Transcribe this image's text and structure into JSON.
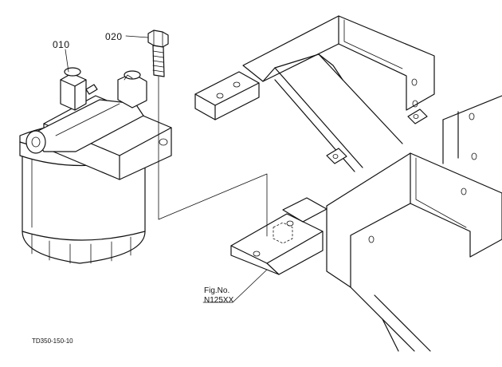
{
  "diagram": {
    "parts": [
      {
        "number": "010",
        "item": "fuel-filter-assembly"
      },
      {
        "number": "020",
        "item": "mounting-bolt"
      }
    ],
    "figure_ref": {
      "label": "Fig.No.",
      "number": "N125XX"
    },
    "drawing_code": "TD350-150-10"
  }
}
